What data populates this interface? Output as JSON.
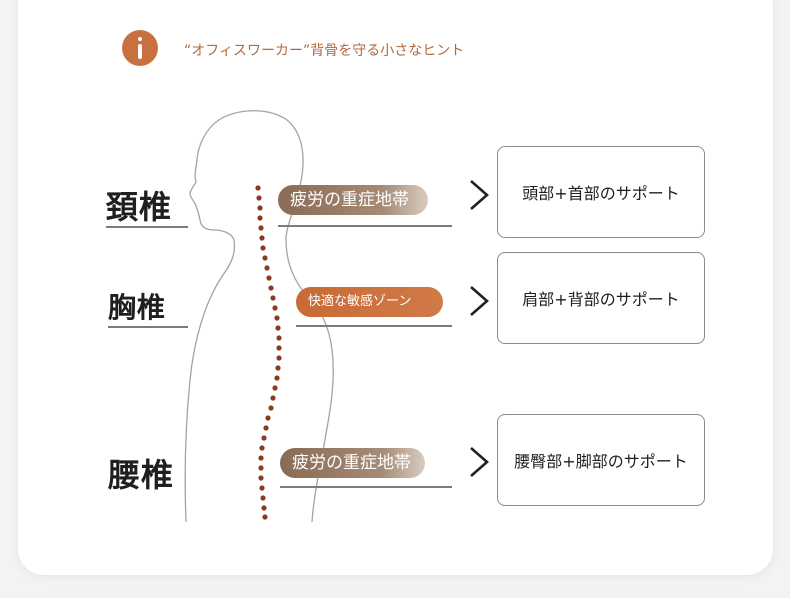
{
  "header": {
    "icon": "info-icon",
    "title": "“オフィスワーカー”背骨を守る小さなヒント"
  },
  "regions": [
    {
      "label": "頚椎",
      "zone": "疲労の重症地帯",
      "support": "頭部+首部のサポート"
    },
    {
      "label": "胸椎",
      "zone": "快適な敏感ゾーン",
      "support": "肩部+背部のサポート"
    },
    {
      "label": "腰椎",
      "zone": "疲労の重症地帯",
      "support": "腰臀部+脚部のサポート"
    }
  ],
  "colors": {
    "accent_orange": "#c8703f",
    "zone_brown": "#8a6a54",
    "spine_dots": "#8b3a1f"
  }
}
